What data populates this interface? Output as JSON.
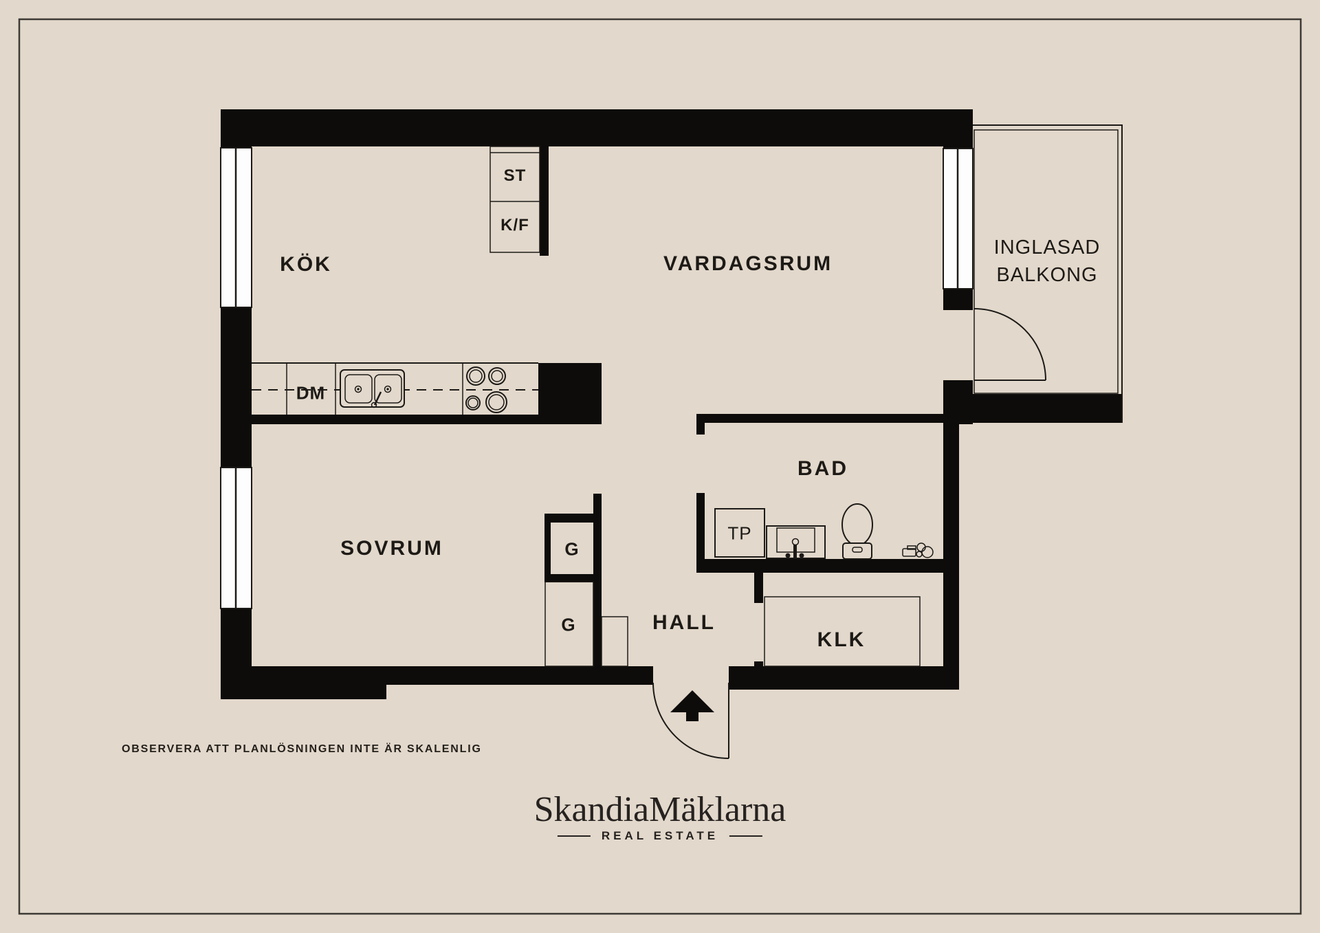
{
  "colors": {
    "background": "#e2d8cb",
    "wall": "#0d0c0a",
    "thin_line": "#1c1a17",
    "window_fill": "#fdfdfd",
    "text": "#1d1a16"
  },
  "rooms": {
    "kitchen": "KÖK",
    "living_room": "VARDAGSRUM",
    "bedroom": "SOVRUM",
    "bathroom": "BAD",
    "hall": "HALL",
    "walk_in_closet": "KLK",
    "balcony_line1": "INGLASAD",
    "balcony_line2": "BALKONG"
  },
  "fixtures": {
    "wardrobe_upper": "G",
    "wardrobe_lower": "G",
    "dishwasher": "DM",
    "storage_cabinet": "ST",
    "fridge_freezer": "K/F",
    "washer_tower": "TP"
  },
  "note": "OBSERVERA ATT PLANLÖSNINGEN INTE ÄR SKALENLIG",
  "brand": {
    "name": "SkandiaMäklarna",
    "tagline": "REAL ESTATE"
  }
}
